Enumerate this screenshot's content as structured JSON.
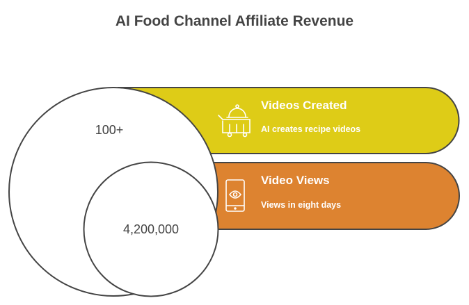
{
  "title": "AI Food Channel Affiliate Revenue",
  "items": [
    {
      "heading": "Videos Created",
      "description": "AI creates recipe videos",
      "value": "100+",
      "color": "#DECC17",
      "icon": "food-cart-icon"
    },
    {
      "heading": "Video Views",
      "description": "Views in eight days",
      "value": "4,200,000",
      "color": "#DD8330",
      "icon": "phone-eye-icon"
    }
  ]
}
